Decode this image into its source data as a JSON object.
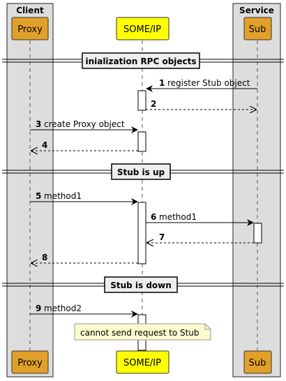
{
  "boxes": {
    "client": "Client",
    "service": "Service"
  },
  "participants": {
    "proxy": "Proxy",
    "someip": "SOME/IP",
    "sub": "Sub"
  },
  "dividers": {
    "init": "inialization RPC objects",
    "stub_up": "Stub is up",
    "stub_down": "Stub is down"
  },
  "messages": [
    {
      "num": "1",
      "label": "register Stub object"
    },
    {
      "num": "2",
      "label": ""
    },
    {
      "num": "3",
      "label": "create Proxy object"
    },
    {
      "num": "4",
      "label": ""
    },
    {
      "num": "5",
      "label": "method1"
    },
    {
      "num": "6",
      "label": "method1"
    },
    {
      "num": "7",
      "label": ""
    },
    {
      "num": "8",
      "label": ""
    },
    {
      "num": "9",
      "label": "method2"
    }
  ],
  "note": "cannot send request to Stub",
  "colors": {
    "box_fill": "#dddddd",
    "participant_fill": "#e1a02a",
    "someip_fill": "#ffff00",
    "note_fill": "#fbfbcf"
  }
}
